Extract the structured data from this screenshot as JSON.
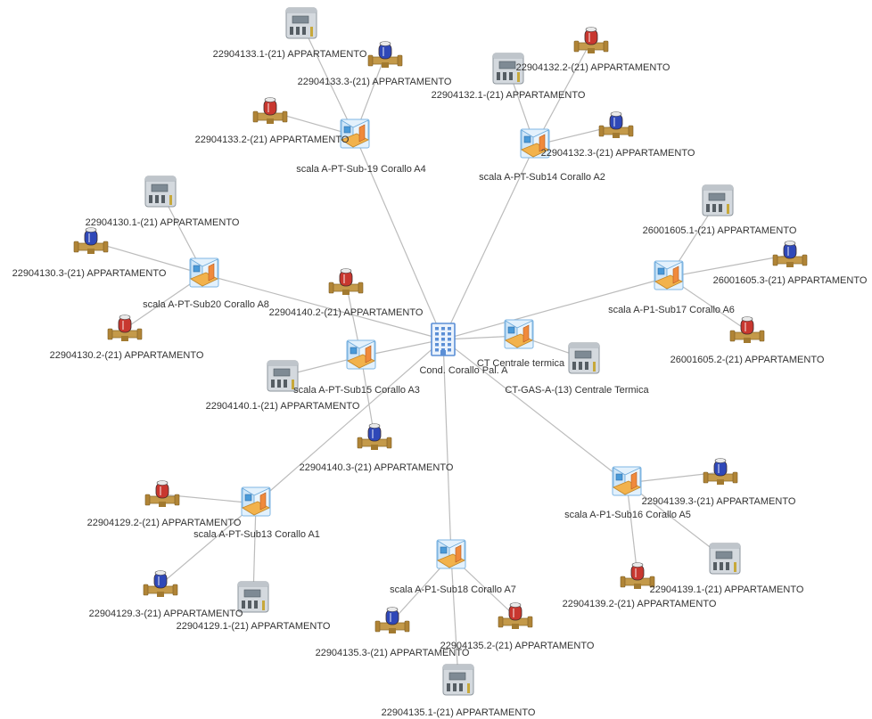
{
  "colors": {
    "edge": "#bcbcbc",
    "label": "#333333",
    "room_wall": "#cfe6f8",
    "room_floor": "#f2b24c",
    "room_window": "#4a9ad8",
    "room_door": "#f08a3c",
    "meter_body": "#d4d9de",
    "meter_screen": "#7e8a94",
    "valve_brass": "#c49a4a",
    "valve_red": "#c8372f",
    "valve_blue": "#2f48b8",
    "building": "#5b8fd6"
  },
  "nodes": [
    {
      "id": "root",
      "type": "building",
      "label": "Cond. Corallo Pal. A"
    },
    {
      "id": "ct",
      "type": "room",
      "label": "CT Centrale termica"
    },
    {
      "id": "gas",
      "type": "meter",
      "label": "CT-GAS-A-(13) Centrale Termica"
    },
    {
      "id": "a4",
      "type": "room",
      "label": "scala A-PT-Sub-19 Corallo A4"
    },
    {
      "id": "a4_1",
      "type": "meter",
      "label": "22904133.1-(21) APPARTAMENTO"
    },
    {
      "id": "a4_3",
      "type": "valve_blue",
      "label": "22904133.3-(21) APPARTAMENTO"
    },
    {
      "id": "a4_2",
      "type": "valve_red",
      "label": "22904133.2-(21) APPARTAMENTO"
    },
    {
      "id": "a2",
      "type": "room",
      "label": "scala A-PT-Sub14 Corallo A2"
    },
    {
      "id": "a2_1",
      "type": "meter",
      "label": "22904132.1-(21) APPARTAMENTO"
    },
    {
      "id": "a2_2",
      "type": "valve_red",
      "label": "22904132.2-(21) APPARTAMENTO"
    },
    {
      "id": "a2_3",
      "type": "valve_blue",
      "label": "22904132.3-(21) APPARTAMENTO"
    },
    {
      "id": "a8",
      "type": "room",
      "label": "scala A-PT-Sub20 Corallo A8"
    },
    {
      "id": "a8_1",
      "type": "meter",
      "label": "22904130.1-(21) APPARTAMENTO"
    },
    {
      "id": "a8_3",
      "type": "valve_blue",
      "label": "22904130.3-(21) APPARTAMENTO"
    },
    {
      "id": "a8_2",
      "type": "valve_red",
      "label": "22904130.2-(21) APPARTAMENTO"
    },
    {
      "id": "a6",
      "type": "room",
      "label": "scala A-P1-Sub17 Corallo A6"
    },
    {
      "id": "a6_1",
      "type": "meter",
      "label": "26001605.1-(21) APPARTAMENTO"
    },
    {
      "id": "a6_3",
      "type": "valve_blue",
      "label": "26001605.3-(21) APPARTAMENTO"
    },
    {
      "id": "a6_2",
      "type": "valve_red",
      "label": "26001605.2-(21) APPARTAMENTO"
    },
    {
      "id": "a3",
      "type": "room",
      "label": "scala A-PT-Sub15 Corallo A3"
    },
    {
      "id": "a3_2",
      "type": "valve_red",
      "label": "22904140.2-(21) APPARTAMENTO"
    },
    {
      "id": "a3_1",
      "type": "meter",
      "label": "22904140.1-(21) APPARTAMENTO"
    },
    {
      "id": "a3_3",
      "type": "valve_blue",
      "label": "22904140.3-(21) APPARTAMENTO"
    },
    {
      "id": "a1",
      "type": "room",
      "label": "scala A-PT-Sub13 Corallo A1"
    },
    {
      "id": "a1_2",
      "type": "valve_red",
      "label": "22904129.2-(21) APPARTAMENTO"
    },
    {
      "id": "a1_3",
      "type": "valve_blue",
      "label": "22904129.3-(21) APPARTAMENTO"
    },
    {
      "id": "a1_1",
      "type": "meter",
      "label": "22904129.1-(21) APPARTAMENTO"
    },
    {
      "id": "a5",
      "type": "room",
      "label": "scala A-P1-Sub16 Corallo A5"
    },
    {
      "id": "a5_3",
      "type": "valve_blue",
      "label": "22904139.3-(21) APPARTAMENTO"
    },
    {
      "id": "a5_1",
      "type": "meter",
      "label": "22904139.1-(21) APPARTAMENTO"
    },
    {
      "id": "a5_2",
      "type": "valve_red",
      "label": "22904139.2-(21) APPARTAMENTO"
    },
    {
      "id": "a7",
      "type": "room",
      "label": "scala A-P1-Sub18 Corallo A7"
    },
    {
      "id": "a7_3",
      "type": "valve_blue",
      "label": "22904135.3-(21) APPARTAMENTO"
    },
    {
      "id": "a7_2",
      "type": "valve_red",
      "label": "22904135.2-(21) APPARTAMENTO"
    },
    {
      "id": "a7_1",
      "type": "meter",
      "label": "22904135.1-(21) APPARTAMENTO"
    }
  ],
  "edges": [
    [
      "root",
      "ct"
    ],
    [
      "ct",
      "gas"
    ],
    [
      "root",
      "a4"
    ],
    [
      "a4",
      "a4_1"
    ],
    [
      "a4",
      "a4_3"
    ],
    [
      "a4",
      "a4_2"
    ],
    [
      "root",
      "a2"
    ],
    [
      "a2",
      "a2_1"
    ],
    [
      "a2",
      "a2_2"
    ],
    [
      "a2",
      "a2_3"
    ],
    [
      "root",
      "a8"
    ],
    [
      "a8",
      "a8_1"
    ],
    [
      "a8",
      "a8_3"
    ],
    [
      "a8",
      "a8_2"
    ],
    [
      "root",
      "a6"
    ],
    [
      "a6",
      "a6_1"
    ],
    [
      "a6",
      "a6_3"
    ],
    [
      "a6",
      "a6_2"
    ],
    [
      "root",
      "a3"
    ],
    [
      "a3",
      "a3_2"
    ],
    [
      "a3",
      "a3_1"
    ],
    [
      "a3",
      "a3_3"
    ],
    [
      "root",
      "a1"
    ],
    [
      "a1",
      "a1_2"
    ],
    [
      "a1",
      "a1_3"
    ],
    [
      "a1",
      "a1_1"
    ],
    [
      "root",
      "a5"
    ],
    [
      "a5",
      "a5_3"
    ],
    [
      "a5",
      "a5_1"
    ],
    [
      "a5",
      "a5_2"
    ],
    [
      "root",
      "a7"
    ],
    [
      "a7",
      "a7_3"
    ],
    [
      "a7",
      "a7_2"
    ],
    [
      "a7",
      "a7_1"
    ]
  ]
}
